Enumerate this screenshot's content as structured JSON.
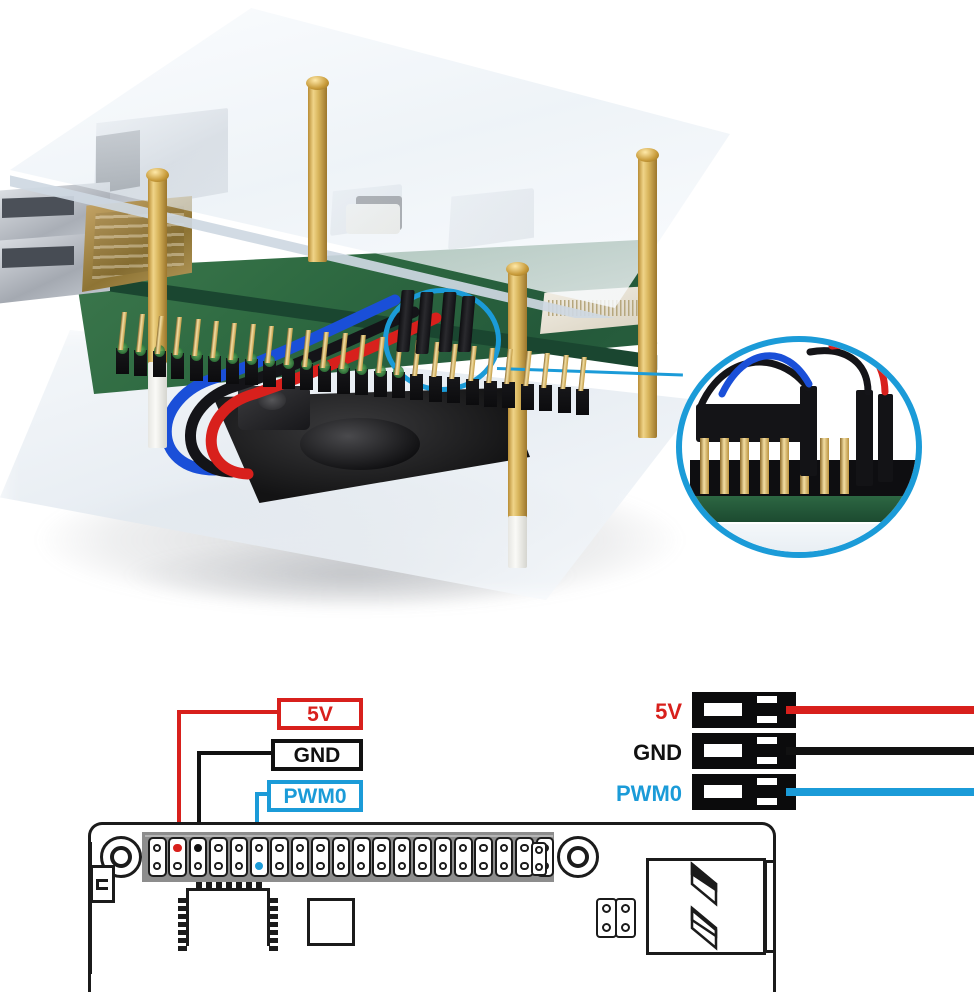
{
  "figure": {
    "title": "Raspberry Pi acrylic case with PWM fan wiring diagram",
    "sections": [
      "product-photo",
      "wiring-diagram"
    ]
  },
  "colors": {
    "red": "#d8201c",
    "black": "#111111",
    "blue": "#1b9bd8",
    "outline": "#1b1b1b",
    "header_body": "#8d8d8d",
    "pcb_green": "#2f6b42",
    "gold": "#d8b55c"
  },
  "photo": {
    "caption": "",
    "callout_small_label": "",
    "callout_big_label": "",
    "components": [
      {
        "name": "top-acrylic-plate"
      },
      {
        "name": "bottom-acrylic-plate"
      },
      {
        "name": "raspberry-pi-board"
      },
      {
        "name": "pwm-cooling-fan"
      },
      {
        "name": "gold-standoff"
      },
      {
        "name": "ethernet-port"
      },
      {
        "name": "usb-port"
      },
      {
        "name": "gpio-header"
      },
      {
        "name": "jumper-wire-red"
      },
      {
        "name": "jumper-wire-black"
      },
      {
        "name": "jumper-wire-blue"
      }
    ]
  },
  "diagram": {
    "pin_labels": [
      {
        "id": "5v",
        "text": "5V",
        "color": "#d8201c",
        "target_pin": 2,
        "target_row": "top"
      },
      {
        "id": "gnd",
        "text": "GND",
        "color": "#111111",
        "target_pin": 3,
        "target_row": "top"
      },
      {
        "id": "pwm0",
        "text": "PWM0",
        "color": "#1b9bd8",
        "target_pin": 6,
        "target_row": "bottom"
      }
    ],
    "connectors": [
      {
        "id": "5v",
        "text": "5V",
        "color": "#d8201c",
        "wire_color": "#d8201c"
      },
      {
        "id": "gnd",
        "text": "GND",
        "color": "#111111",
        "wire_color": "#111111"
      },
      {
        "id": "pwm0",
        "text": "PWM0",
        "color": "#1b9bd8",
        "wire_color": "#1b9bd8"
      }
    ],
    "header": {
      "name": "gpio-40-pin-header",
      "columns": 20,
      "rows": 2,
      "total_pins": 40
    },
    "board_parts": [
      {
        "name": "mounting-hole-left"
      },
      {
        "name": "mounting-hole-right"
      },
      {
        "name": "wireless-chip"
      },
      {
        "name": "square-chip"
      },
      {
        "name": "usb-port-outline"
      },
      {
        "name": "2x2-header"
      },
      {
        "name": "display-connector"
      }
    ]
  }
}
